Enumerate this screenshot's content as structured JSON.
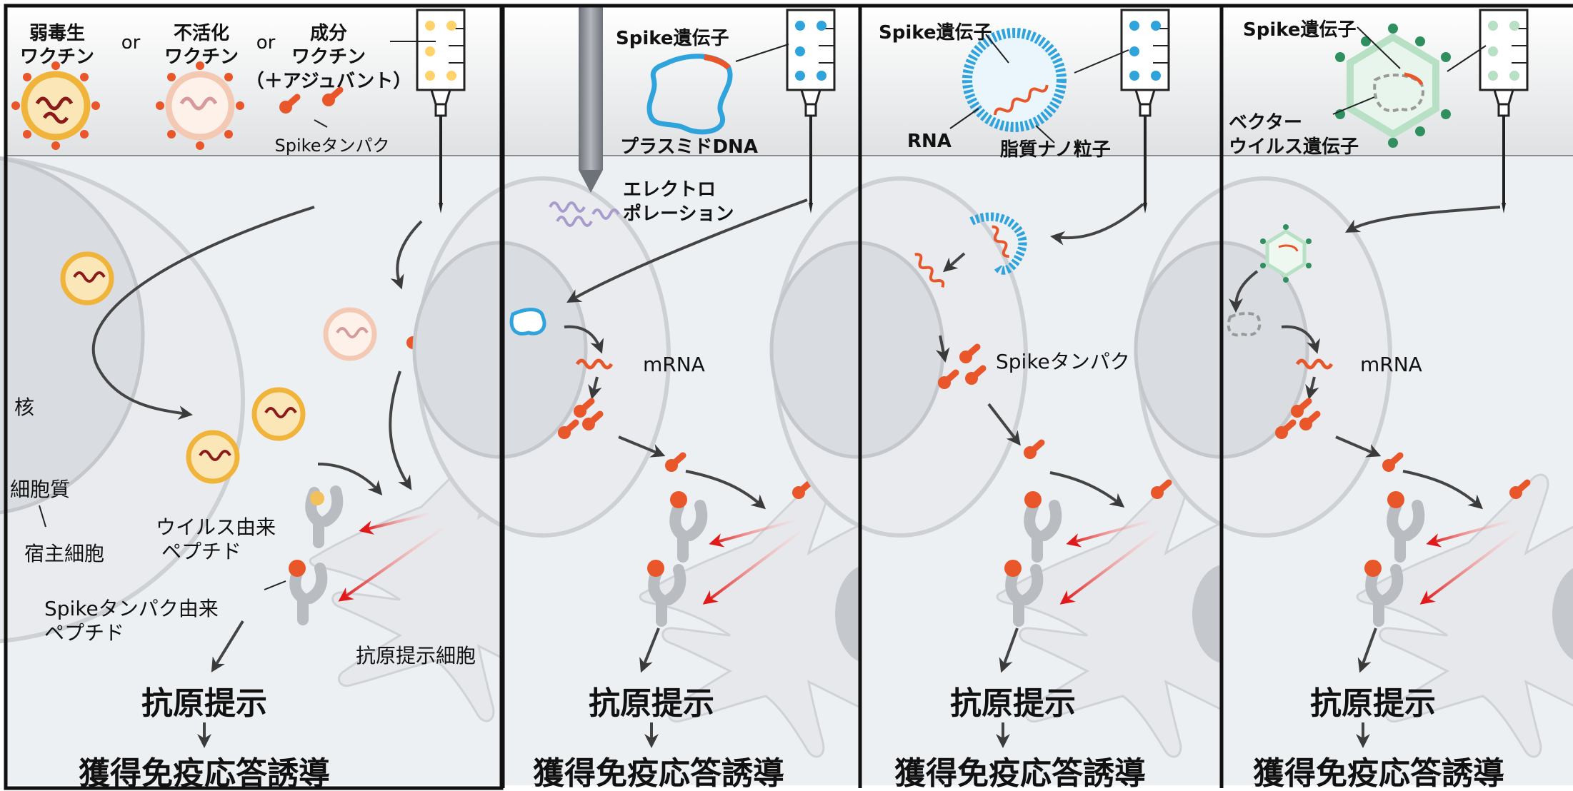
{
  "panel1": {
    "vaccine_live": [
      "弱毒生",
      "ワクチン"
    ],
    "or1": "or",
    "vaccine_inactivated": [
      "不活化",
      "ワクチン"
    ],
    "or2": "or",
    "vaccine_component": [
      "成分",
      "ワクチン",
      "（＋アジュバント）"
    ],
    "spike_protein": "Spikeタンパク",
    "nucleus": "核",
    "cytoplasm": "細胞質",
    "host_cell": "宿主細胞",
    "virus_peptide": [
      "ウイルス由来",
      "ペプチド"
    ],
    "spike_peptide": [
      "Spikeタンパク由来",
      "ペプチド"
    ],
    "apc": "抗原提示細胞",
    "antigen_presentation": "抗原提示",
    "immune_induction": "獲得免疫応答誘導"
  },
  "panel2": {
    "spike_gene": "Spike遺伝子",
    "plasmid": "プラスミドDNA",
    "electroporation": [
      "エレクトロ",
      "ポレーション"
    ],
    "mrna": "mRNA",
    "antigen_presentation": "抗原提示",
    "immune_induction": "獲得免疫応答誘導"
  },
  "panel3": {
    "spike_gene": "Spike遺伝子",
    "rna": "RNA",
    "lipid_np": "脂質ナノ粒子",
    "spike_protein": "Spikeタンパク",
    "antigen_presentation": "抗原提示",
    "immune_induction": "獲得免疫応答誘導"
  },
  "panel4": {
    "spike_gene": "Spike遺伝子",
    "vector_gene": [
      "ベクター",
      "ウイルス遺伝子"
    ],
    "mrna": "mRNA",
    "antigen_presentation": "抗原提示",
    "immune_induction": "獲得免疫応答誘導"
  },
  "colors": {
    "spike_orange": "#e8562a",
    "plasmid_blue": "#2fa3dc",
    "vector_green": "#2f8f5f",
    "red_arrow": "#e01a1a",
    "cell_grey": "#c9ccd1"
  }
}
